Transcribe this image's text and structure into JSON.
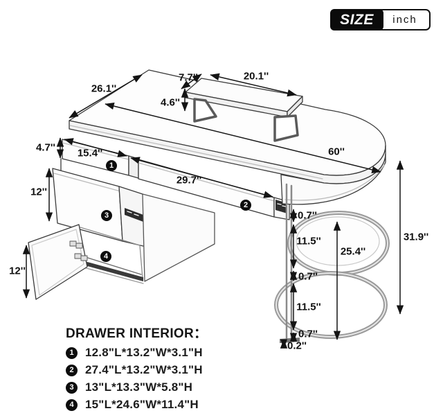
{
  "size_badge": {
    "label": "SIZE",
    "unit": "inch"
  },
  "dimensions": {
    "desk_depth": "26.1''",
    "stand_depth": "7.7''",
    "stand_width": "20.1''",
    "stand_height": "4.6''",
    "drawer1_front_height": "4.7''",
    "drawer1_width": "15.4''",
    "desk_width": "60''",
    "drawer2_width": "29.7''",
    "drawer3_height": "12''",
    "door_height": "12''",
    "total_height": "31.9''",
    "shelf_inner_height": "25.4''",
    "top_lip": "0.7''",
    "upper_gap": "11.5''",
    "middle_shelf_thickness": "0.7''",
    "lower_gap": "11.5''",
    "bottom_shelf_thickness": "0.7''",
    "floor_gap": "0.2''"
  },
  "markers": {
    "m1": "1",
    "m2": "2",
    "m3": "3",
    "m4": "4"
  },
  "legend": {
    "title": "DRAWER INTERIOR：",
    "items": [
      {
        "num": "1",
        "text": "12.8\"L*13.2\"W*3.1\"H"
      },
      {
        "num": "2",
        "text": "27.4\"L*13.2\"W*3.1\"H"
      },
      {
        "num": "3",
        "text": "13\"L*13.3\"W*5.8\"H"
      },
      {
        "num": "4",
        "text": "15\"L*24.6\"W*11.4\"H"
      }
    ]
  }
}
